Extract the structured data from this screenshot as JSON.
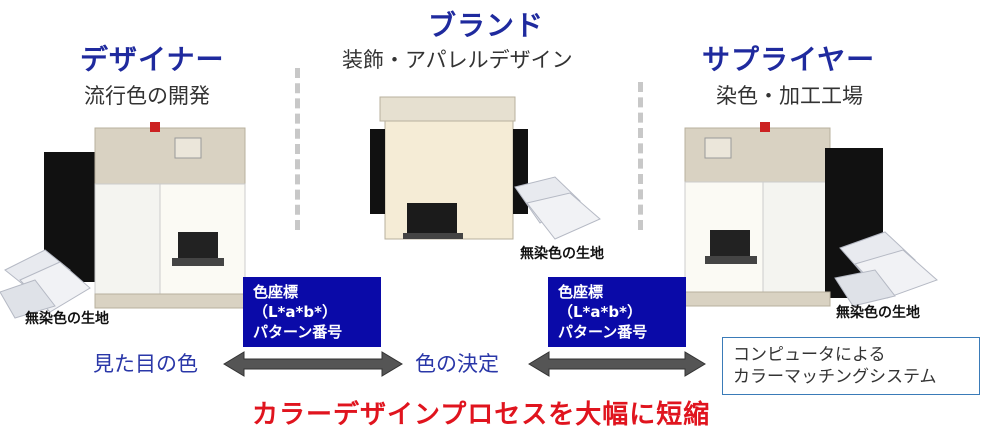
{
  "designer": {
    "title": "デザイナー",
    "subtitle": "流行色の開発",
    "fabric_label": "無染色の生地"
  },
  "brand": {
    "title": "ブランド",
    "subtitle": "装飾・アパレルデザイン",
    "fabric_label": "無染色の生地"
  },
  "supplier": {
    "title": "サプライヤー",
    "subtitle": "染色・加工工場",
    "fabric_label": "無染色の生地"
  },
  "box_left": {
    "line1": "色座標",
    "line2": "（L*a*b*）",
    "line3": "パターン番号"
  },
  "box_right": {
    "line1": "色座標",
    "line2": "（L*a*b*）",
    "line3": "パターン番号"
  },
  "flow": {
    "left": "見た目の色",
    "center": "色の決定"
  },
  "system": {
    "line1": "コンピュータによる",
    "line2": "カラーマッチングシステム"
  },
  "bottom_text": "カラーデザインプロセスを大幅に短縮",
  "colors": {
    "title_blue": "#1f2a9e",
    "box_blue": "#0a0aa8",
    "accent_red": "#e0141e",
    "border_blue": "#3a7bb8"
  }
}
